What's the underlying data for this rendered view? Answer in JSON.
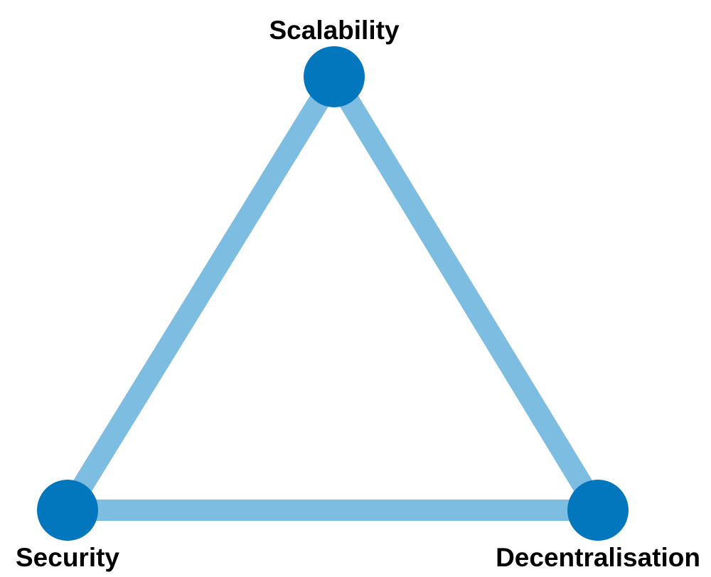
{
  "diagram": {
    "title": "",
    "colors": {
      "edge": "#7dbde1",
      "node": "#0277bd",
      "label": "#000000"
    },
    "nodes": [
      {
        "id": "scalability",
        "label": "Scalability"
      },
      {
        "id": "security",
        "label": "Security"
      },
      {
        "id": "decentralisation",
        "label": "Decentralisation"
      }
    ],
    "edges": [
      {
        "from": "scalability",
        "to": "security"
      },
      {
        "from": "scalability",
        "to": "decentralisation"
      },
      {
        "from": "security",
        "to": "decentralisation"
      }
    ]
  }
}
